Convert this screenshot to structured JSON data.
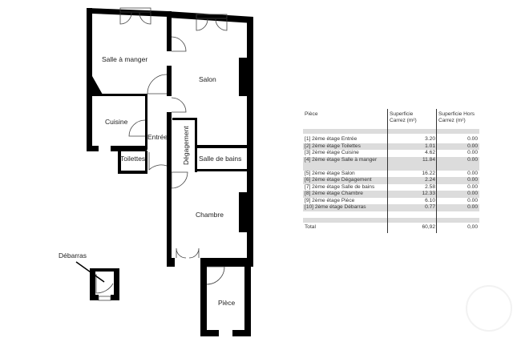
{
  "rooms": {
    "salle_a_manger": "Salle à manger",
    "salon": "Salon",
    "cuisine": "Cuisine",
    "entree": "Entrée",
    "degagement": "Dégagement",
    "toilettes": "Toilettes",
    "salle_de_bains": "Salle de bains",
    "chambre": "Chambre",
    "debarras": "Débarras",
    "piece": "Pièce"
  },
  "table": {
    "headers": [
      "Pièce",
      "Superficie Carrez (m²)",
      "Superficie Hors Carrez (m²)"
    ],
    "rows": [
      {
        "piece": "[1] 2ème étage Entrée",
        "carrez": "3.20",
        "hors": "0.00"
      },
      {
        "piece": "[2] 2ème étage Toilettes",
        "carrez": "1.01",
        "hors": "0.00"
      },
      {
        "piece": "[3] 2ème étage Cuisine",
        "carrez": "4.62",
        "hors": "0.00"
      },
      {
        "piece": "[4] 2ème étage Salle à manger",
        "carrez": "11.84",
        "hors": "0.00"
      },
      {
        "piece": "[5] 2ème étage Salon",
        "carrez": "16.22",
        "hors": "0.00"
      },
      {
        "piece": "[6] 2ème étage Dégagement",
        "carrez": "2.24",
        "hors": "0.00"
      },
      {
        "piece": "[7] 2ème étage Salle de bains",
        "carrez": "2.58",
        "hors": "0.00"
      },
      {
        "piece": "[8] 2ème étage Chambre",
        "carrez": "12.33",
        "hors": "0.00"
      },
      {
        "piece": "[9] 2ème étage Pièce",
        "carrez": "6.10",
        "hors": "0.00"
      },
      {
        "piece": "[10] 2ème étage Débarras",
        "carrez": "0.77",
        "hors": "0.00"
      }
    ],
    "total_label": "Total",
    "total_carrez": "60,92",
    "total_hors": "0,00"
  },
  "colors": {
    "wall": "#000000",
    "row_shade": "#dcdcdc"
  }
}
